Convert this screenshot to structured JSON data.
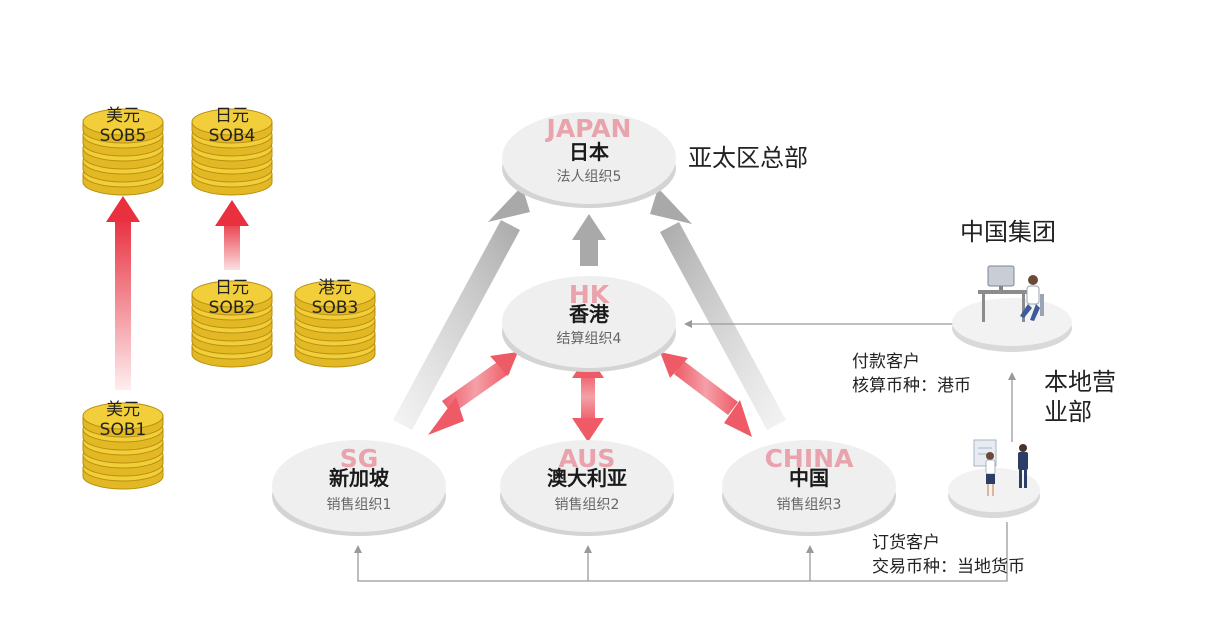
{
  "coins": {
    "sob5": {
      "currency": "美元",
      "name": "SOB5"
    },
    "sob4": {
      "currency": "日元",
      "name": "SOB4"
    },
    "sob2": {
      "currency": "日元",
      "name": "SOB2"
    },
    "sob3": {
      "currency": "港元",
      "name": "SOB3"
    },
    "sob1": {
      "currency": "美元",
      "name": "SOB1"
    }
  },
  "nodes": {
    "japan": {
      "code": "JAPAN",
      "title": "日本",
      "sub": "法人组织5"
    },
    "hk": {
      "code": "HK",
      "title": "香港",
      "sub": "结算组织4"
    },
    "sg": {
      "code": "SG",
      "title": "新加坡",
      "sub": "销售组织1"
    },
    "aus": {
      "code": "AUS",
      "title": "澳大利亚",
      "sub": "销售组织2"
    },
    "china": {
      "code": "CHINA",
      "title": "中国",
      "sub": "销售组织3"
    }
  },
  "labels": {
    "apac_hq": "亚太区总部",
    "china_group": "中国集团",
    "local_sales_line1": "本地营",
    "local_sales_line2": "业部",
    "payer_line1": "付款客户",
    "payer_line2": "核算币种：港币",
    "order_line1": "订货客户",
    "order_line2": "交易币种：当地货币"
  },
  "colors": {
    "coin_fill": "#f2cf3a",
    "coin_edge": "#b88f10",
    "red_arrow": "#e8303f",
    "gray_arrow": "#b8b8b8",
    "code_pink": "#e8a3ad",
    "connector": "#9a9a9a"
  }
}
